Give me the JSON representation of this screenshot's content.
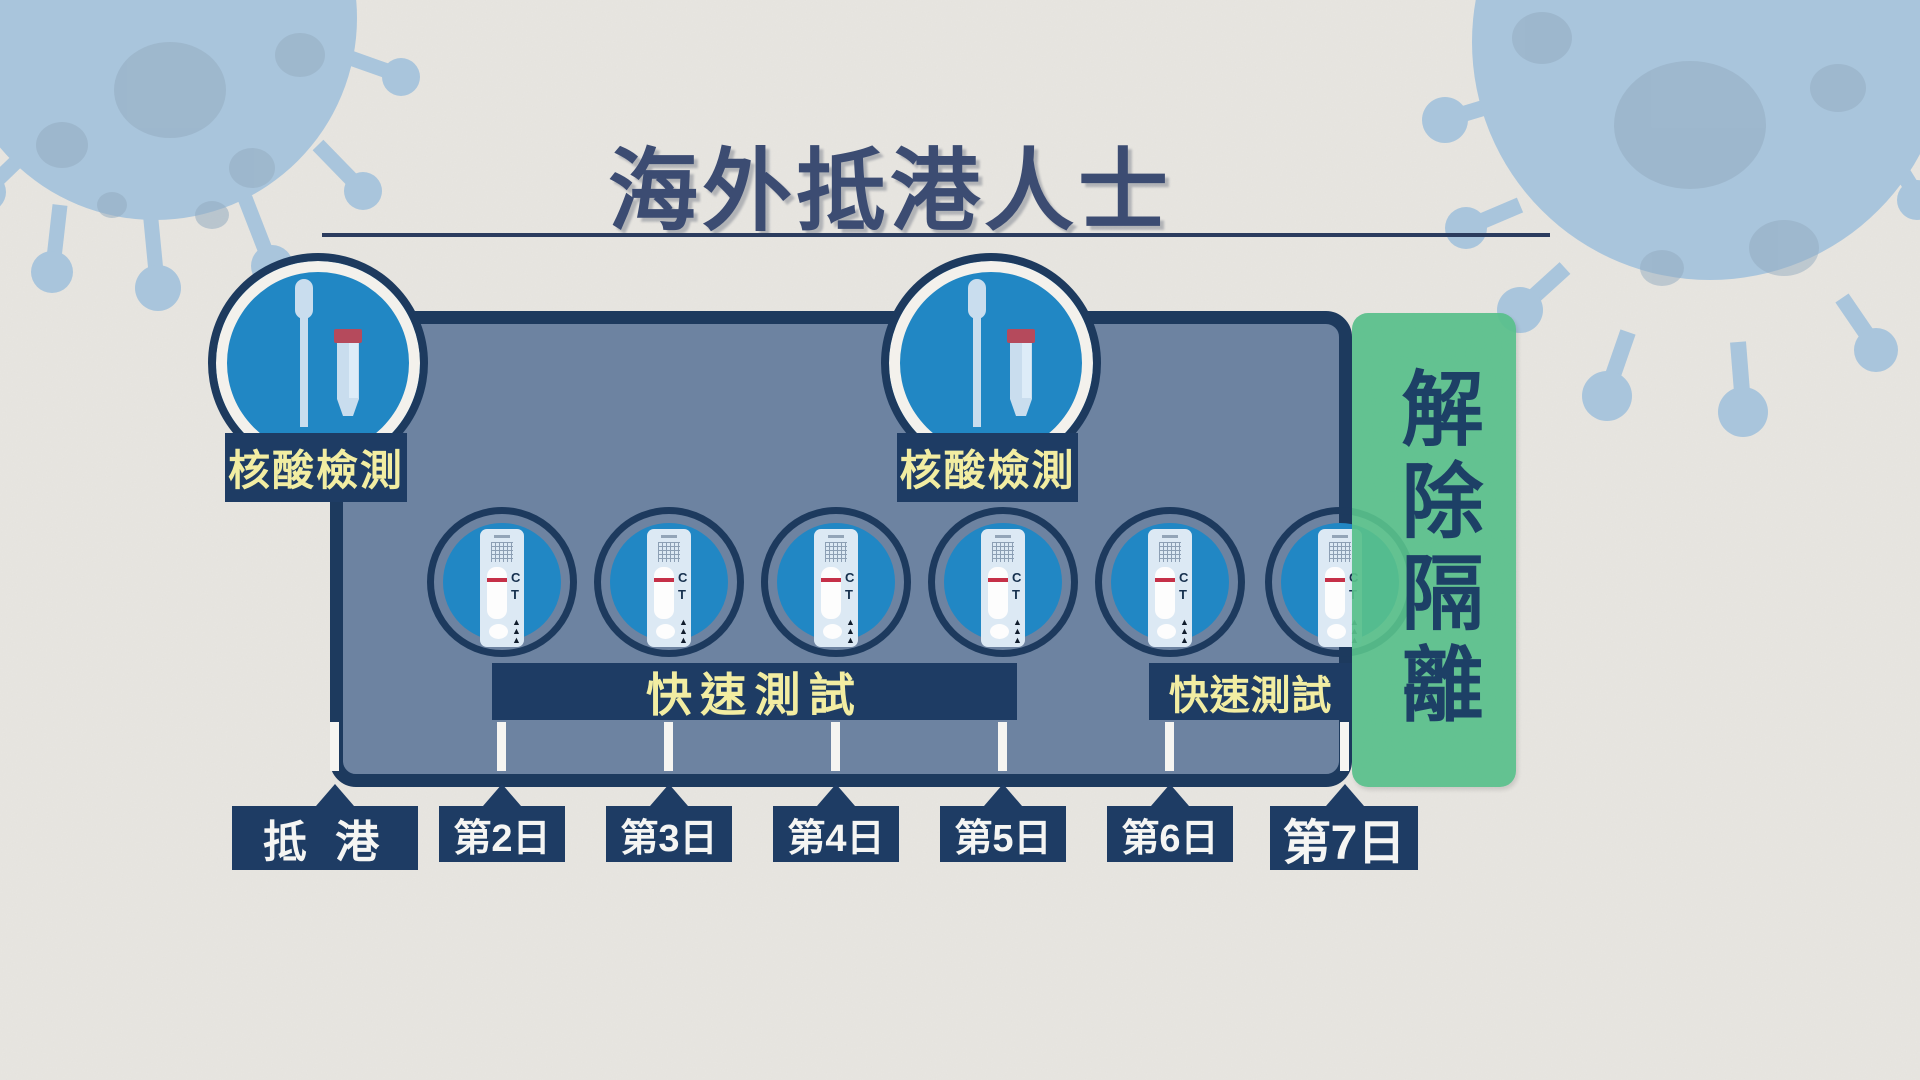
{
  "header": {
    "title": "海外抵港人士"
  },
  "nat_tests": [
    {
      "label": "核酸檢測",
      "position": "arrival"
    },
    {
      "label": "核酸檢測",
      "position": "day5"
    }
  ],
  "rapid_test_bars": [
    {
      "label": "快速測試",
      "covers": "day2-day5"
    },
    {
      "label": "快速測試",
      "covers": "day6-day7"
    }
  ],
  "cassette": {
    "c_label": "C",
    "t_label": "T"
  },
  "icons": {
    "arrow_marks": "▲▲▲",
    "virus": "coronavirus-icon",
    "swab": "swab-icon",
    "tube": "test-tube-icon",
    "cassette": "rapid-test-cassette-icon"
  },
  "timeline": {
    "days": [
      {
        "label": "抵 港"
      },
      {
        "label": "第2日"
      },
      {
        "label": "第3日"
      },
      {
        "label": "第4日"
      },
      {
        "label": "第5日"
      },
      {
        "label": "第6日"
      },
      {
        "label": "第7日"
      }
    ]
  },
  "release_panel": {
    "label": "解除隔離"
  },
  "colors": {
    "background": "#e8e6e1",
    "navy": "#1e3c64",
    "box_fill": "#6d83a1",
    "box_border": "#1d3a5e",
    "circle_blue": "#2187c4",
    "label_yellow": "#f2eda2",
    "green": "#58bf8b",
    "virus_blue": "#a9c5dc",
    "tick_white": "#f6f5f1",
    "cassette_body": "#dce9f4",
    "test_line_red": "#c53048",
    "tube_cap_red": "#b54a5c",
    "title_navy": "#3c4c72"
  }
}
